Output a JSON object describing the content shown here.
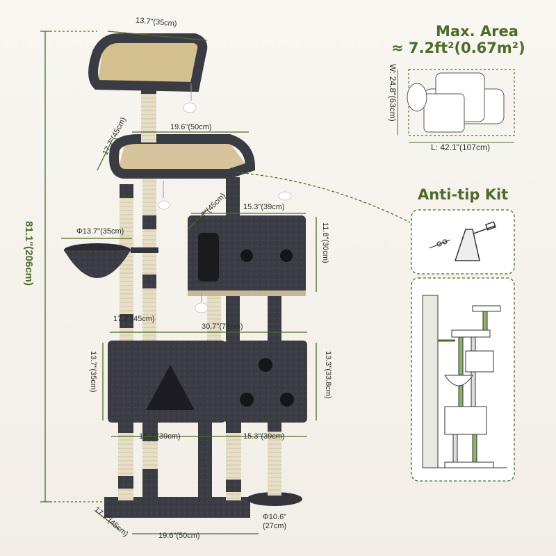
{
  "max_area": {
    "title": "Max. Area",
    "value": "≈ 7.2ft²(0.67m²)",
    "width_label": "W: 24.8\"(63cm)",
    "length_label": "L: 42.1\"(107cm)"
  },
  "anti_tip": {
    "title": "Anti-tip Kit"
  },
  "dimensions": {
    "top_perch_width": "13.7\"(35cm)",
    "second_platform_width": "19.6\"(50cm)",
    "second_platform_depth": "17.7\"(45cm)",
    "height_total": "81.1\"(206cm)",
    "basket_diameter": "Φ13.7\"(35cm)",
    "upper_condo_width": "15.3\"(39cm)",
    "upper_condo_depth": "17.7\"(45cm)",
    "upper_condo_height": "11.8\"(30cm)",
    "mid_depth": "17.7\"(45cm)",
    "mid_width": "30.7\"(78cm)",
    "lower_condo_left_height": "13.7\"(35cm)",
    "lower_condo_right_height": "13.3\"(33.8cm)",
    "lower_left_width": "15.3\"(39cm)",
    "lower_right_width": "15.3\"(39cm)",
    "base_depth": "17.7\"(45cm)",
    "base_width": "19.6\"(50cm)",
    "round_base_diameter": "Φ10.6\"(27cm)"
  },
  "colors": {
    "accent_green": "#4c6b2a",
    "plush_grey": "#3b3b43",
    "sisal": "#e4dcc3",
    "background": "#f6f3ee"
  }
}
